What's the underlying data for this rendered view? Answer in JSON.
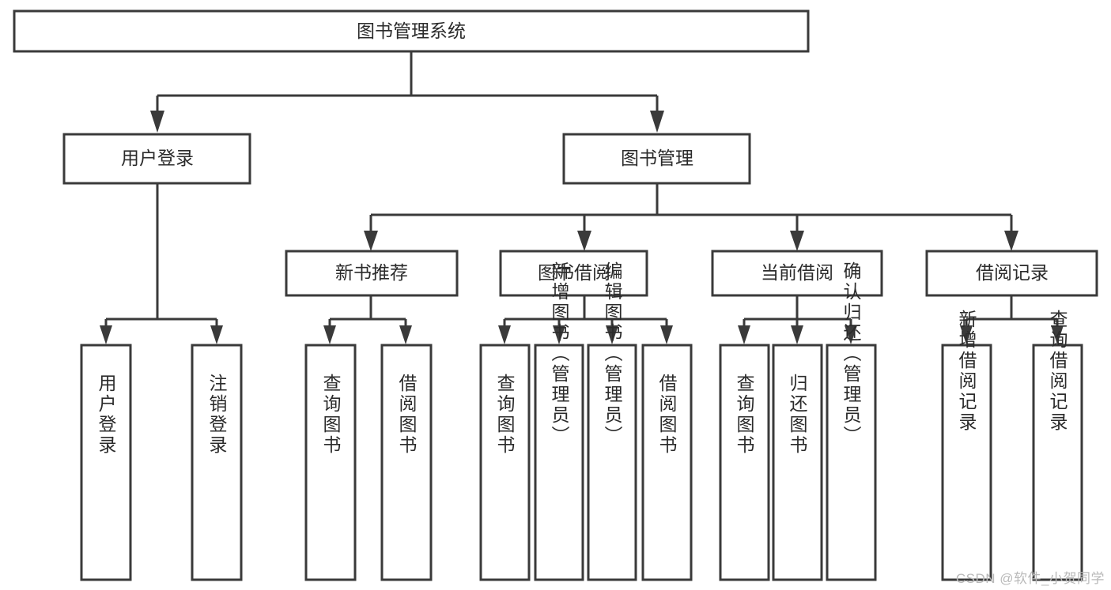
{
  "diagram": {
    "title": "图书管理系统",
    "type": "tree-hierarchy-diagram",
    "root": {
      "label": "图书管理系统"
    },
    "level2": [
      {
        "label": "用户登录"
      },
      {
        "label": "图书管理"
      }
    ],
    "level3": [
      {
        "label": "新书推荐"
      },
      {
        "label": "图书借阅"
      },
      {
        "label": "当前借阅"
      },
      {
        "label": "借阅记录"
      }
    ],
    "leaves": {
      "user_login": [
        {
          "label": "用户登录"
        },
        {
          "label": "注销登录"
        }
      ],
      "new_book_recommend": [
        {
          "label": "查询图书"
        },
        {
          "label": "借阅图书"
        }
      ],
      "book_borrow": [
        {
          "label": "查询图书"
        },
        {
          "label": "新增图书（管理员）"
        },
        {
          "label": "编辑图书（管理员）"
        },
        {
          "label": "借阅图书"
        }
      ],
      "current_borrow": [
        {
          "label": "查询图书"
        },
        {
          "label": "归还图书"
        },
        {
          "label": "确认归还（管理员）"
        }
      ],
      "borrow_record": [
        {
          "label": "新增借阅记录"
        },
        {
          "label": "查询借阅记录"
        }
      ]
    }
  },
  "watermark": {
    "text": "CSDN @软件_小贺同学"
  },
  "colors": {
    "stroke": "#3a3a3a",
    "fill": "#ffffff",
    "text": "#2b2b2b",
    "watermark": "#b9b9b9"
  }
}
